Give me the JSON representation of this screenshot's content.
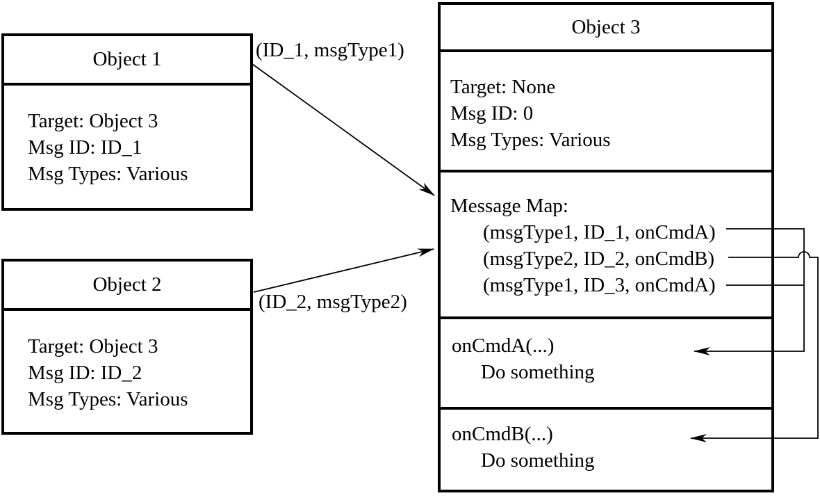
{
  "colors": {
    "stroke": "#000000",
    "background": "#ffffff"
  },
  "object1": {
    "title": "Object 1",
    "attributes": [
      "Target: Object 3",
      "Msg ID: ID_1",
      "Msg Types: Various"
    ]
  },
  "object2": {
    "title": "Object 2",
    "attributes": [
      "Target: Object 3",
      "Msg ID: ID_2",
      "Msg Types: Various"
    ]
  },
  "object3": {
    "title": "Object 3",
    "attributes": [
      "Target: None",
      "Msg ID: 0",
      "Msg Types: Various"
    ],
    "message_map": {
      "header": "Message Map:",
      "entries": [
        "(msgType1, ID_1, onCmdA)",
        "(msgType2, ID_2, onCmdB)",
        "(msgType1, ID_3, onCmdA)"
      ]
    },
    "handlers": [
      {
        "name": "onCmdA(...)",
        "body": "Do something"
      },
      {
        "name": "onCmdB(...)",
        "body": "Do something"
      }
    ]
  },
  "arrows": {
    "object1_label": "(ID_1, msgType1)",
    "object2_label": "(ID_2, msgType2)"
  }
}
